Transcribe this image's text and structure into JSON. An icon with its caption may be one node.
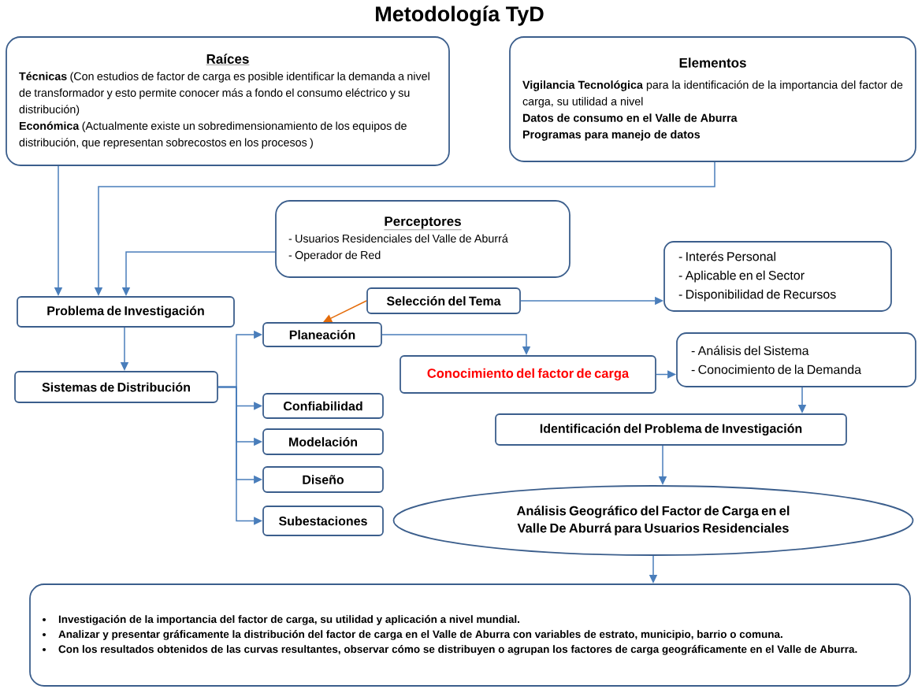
{
  "diagram": {
    "title": "Metodología TyD",
    "nodes": [
      {
        "text": [
          "Raíces",
          "**Técnicas**  (Con estudios de factor de carga es posible identificar la demanda a nivel de transformador y esto permite conocer más a fondo el consumo eléctrico y su distribución)",
          "**Económica**  (Actualmente existe un sobredimensionamiento de los equipos de distribución, que representan sobrecostos en los procesos )"
        ]
      },
      {
        "text": [
          "Elementos",
          "**Vigilancia Tecnológica** para la identificación de la importancia del factor de carga, su utilidad a nivel",
          "Datos de consumo en el Valle de Aburra",
          "Programas para manejo de datos"
        ]
      },
      {
        "text": [
          "Perceptores",
          "- Usuarios Residenciales del Valle de Aburrá",
          "- Operador de Red"
        ]
      },
      {
        "text": [
          "Problema de Investigación"
        ]
      },
      {
        "text": [
          "Selección del Tema"
        ]
      },
      {
        "text": [
          "- Interés Personal",
          "- Aplicable en el Sector",
          "- Disponibilidad de Recursos"
        ]
      },
      {
        "text": [
          "Sistemas de Distribución"
        ]
      },
      {
        "text": [
          "Planeación"
        ]
      },
      {
        "text": [
          "Conocimiento del factor de carga"
        ]
      },
      {
        "text": [
          "- Análisis del Sistema",
          "- Conocimiento de la Demanda"
        ]
      },
      {
        "text": [
          "Confiabilidad"
        ]
      },
      {
        "text": [
          "Modelación"
        ]
      },
      {
        "text": [
          "Diseño"
        ]
      },
      {
        "text": [
          "Subestaciones"
        ]
      },
      {
        "text": [
          "Identificación del Problema de Investigación"
        ]
      },
      {
        "text": [
          "Análisis Geográfico del Factor de Carga en el Valle De Aburrá para Usuarios Residenciales"
        ]
      },
      {
        "text": [
          "Investigación de la importancia del factor de carga, su utilidad y aplicación a nivel mundial.",
          "Analizar y presentar gráficamente la distribución del factor de carga en el Valle de Aburra con variables de estrato, municipio, barrio o comuna.",
          "Con los resultados obtenidos de las curvas resultantes, observar cómo se distribuyen o agrupan los factores de carga geográficamente en el Valle de Aburra."
        ]
      }
    ],
    "edges": [
      {
        "from": 0,
        "to": 3,
        "arrow": "to"
      },
      {
        "from": 1,
        "to": 3,
        "arrow": "to"
      },
      {
        "from": 2,
        "to": 3,
        "arrow": "to"
      },
      {
        "from": 3,
        "to": 6,
        "arrow": "to"
      },
      {
        "from": 6,
        "to": 7,
        "arrow": "to"
      },
      {
        "from": 6,
        "to": 10,
        "arrow": "to"
      },
      {
        "from": 6,
        "to": 11,
        "arrow": "to"
      },
      {
        "from": 6,
        "to": 12,
        "arrow": "to"
      },
      {
        "from": 6,
        "to": 13,
        "arrow": "to"
      },
      {
        "from": 4,
        "to": 7,
        "arrow": "to",
        "color": "#e46c0a"
      },
      {
        "from": 4,
        "to": 5,
        "arrow": "to"
      },
      {
        "from": 7,
        "to": 8,
        "arrow": "to"
      },
      {
        "from": 8,
        "to": 9,
        "arrow": "to"
      },
      {
        "from": 9,
        "to": 14,
        "arrow": "to"
      },
      {
        "from": 14,
        "to": 15,
        "arrow": "to"
      },
      {
        "from": 15,
        "to": 16,
        "arrow": "to"
      }
    ]
  }
}
